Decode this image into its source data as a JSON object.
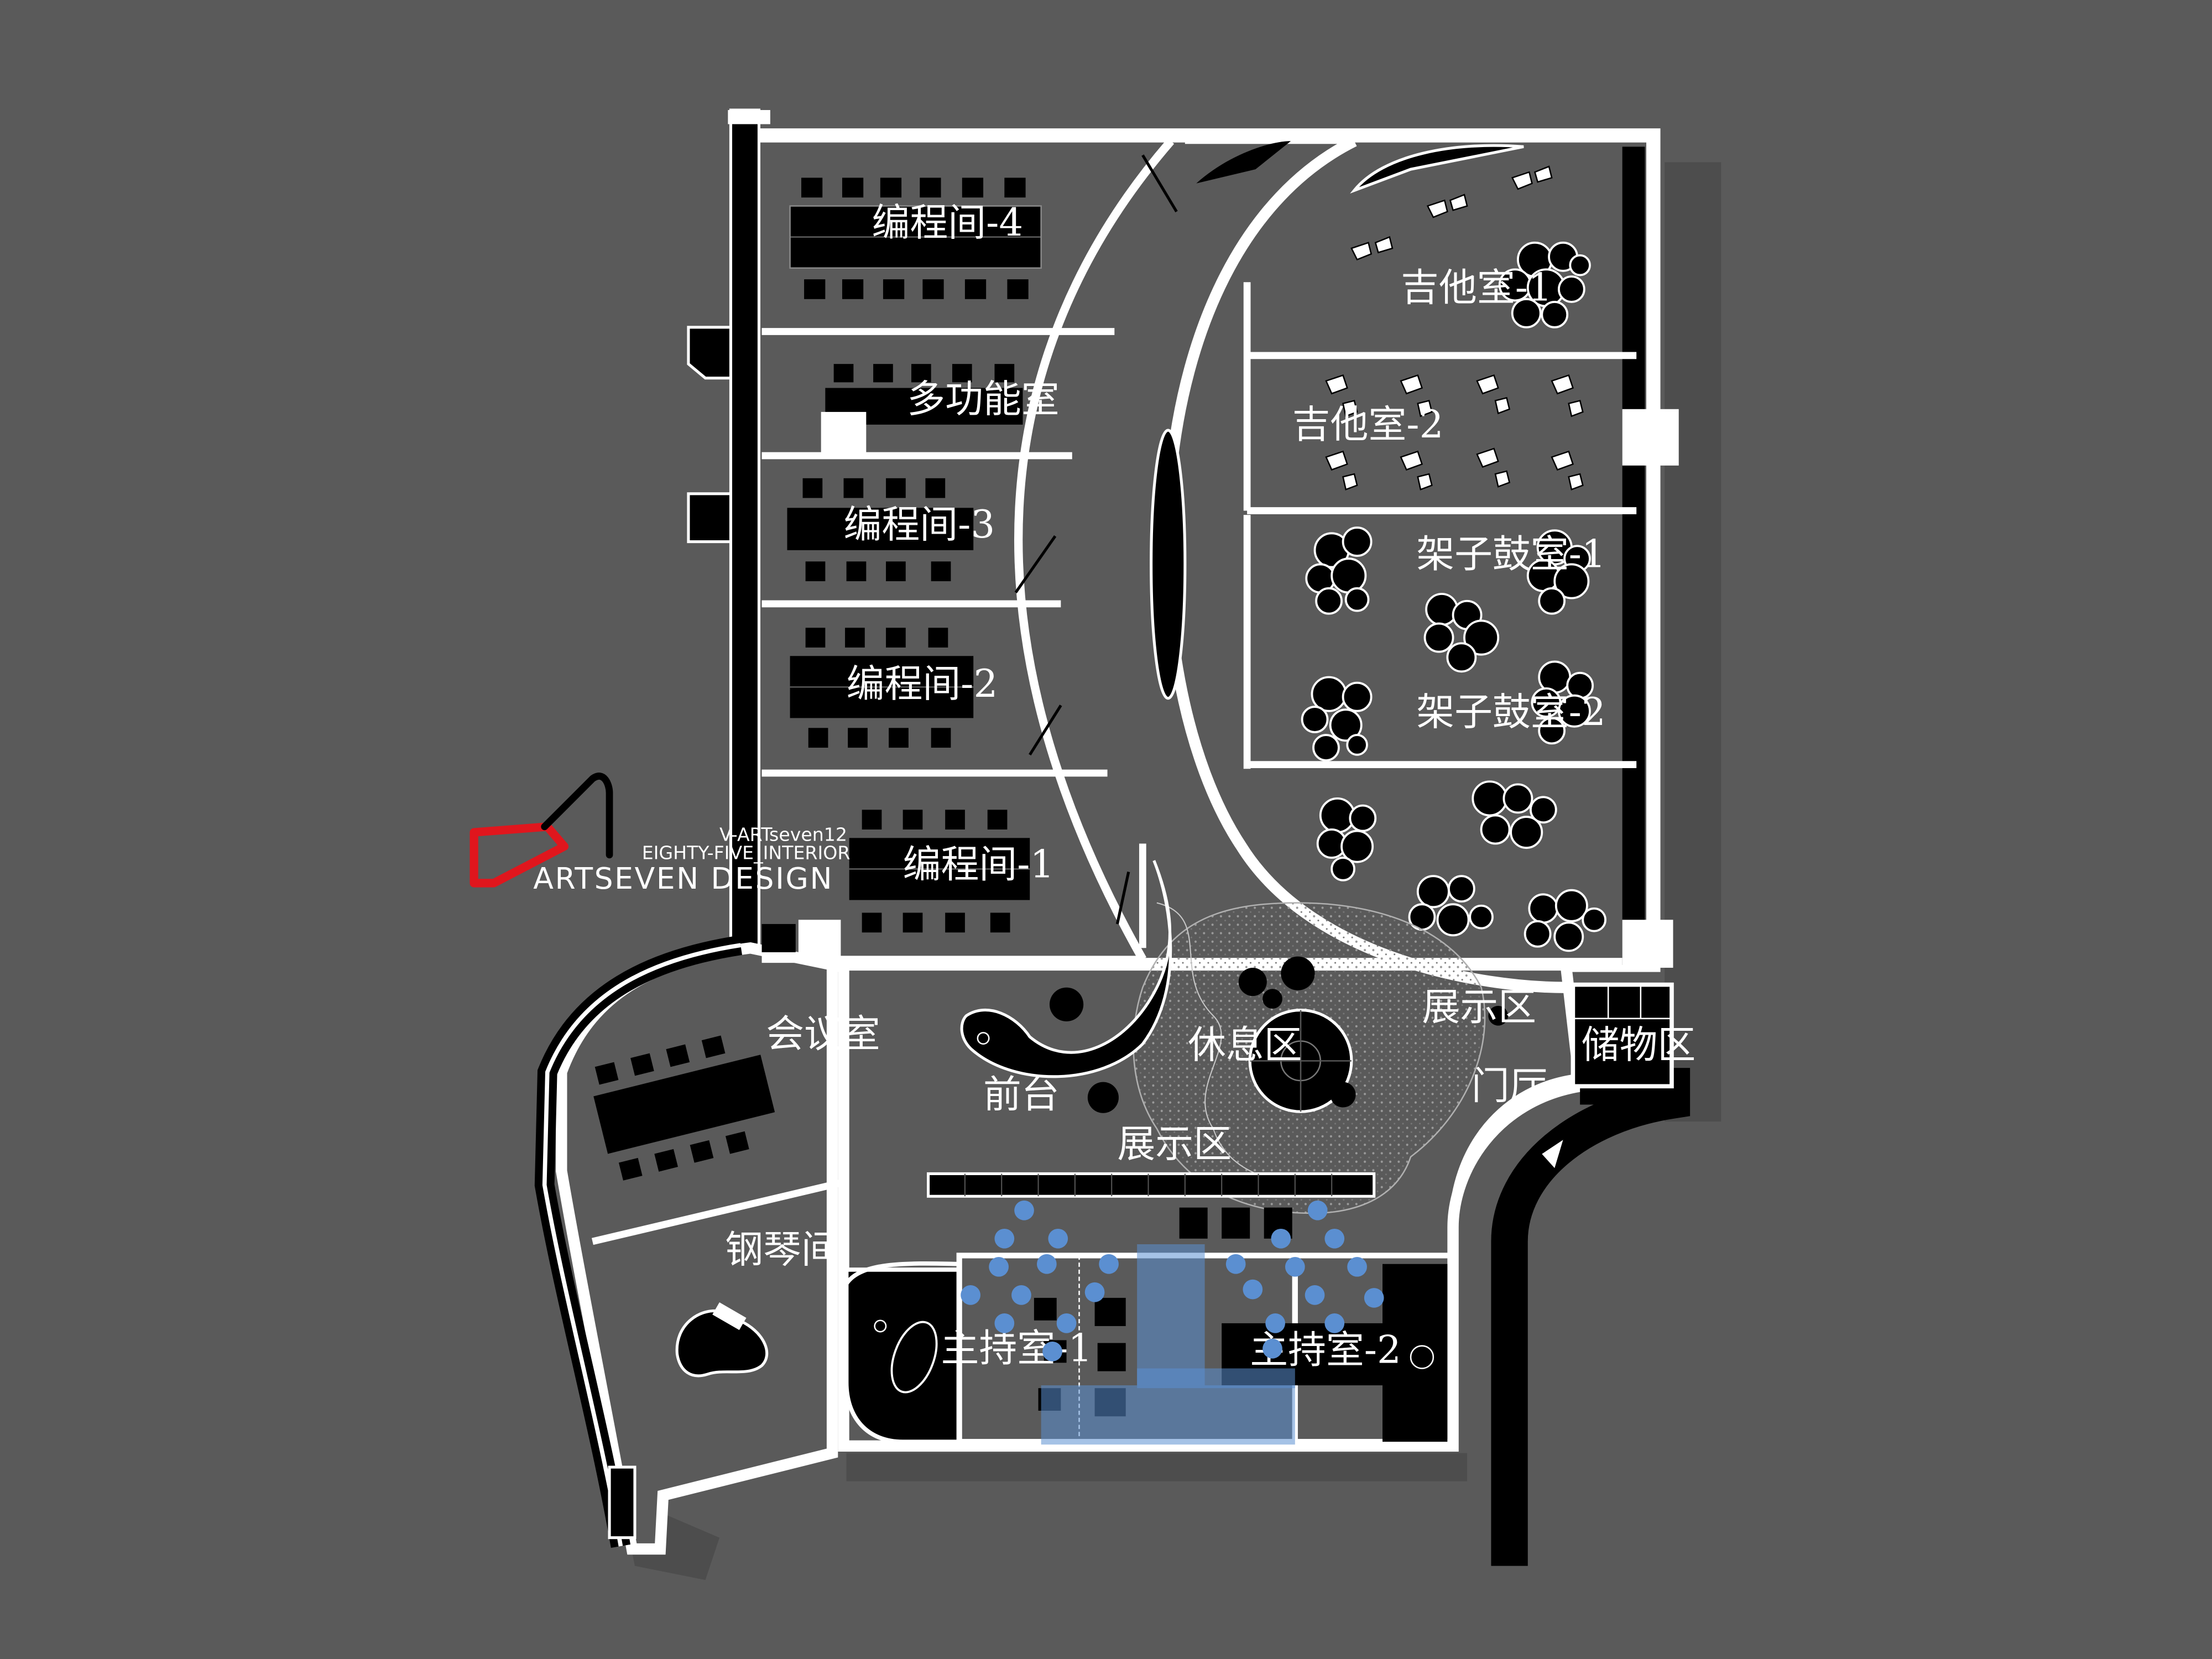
{
  "rooms": {
    "program4": "编程间-4",
    "multifunction": "多功能室",
    "program3": "编程间-3",
    "program2": "编程间-2",
    "program1": "编程间-1",
    "guitar1": "吉他室-1",
    "guitar2": "吉他室-2",
    "drum1": "架子鼓室-1",
    "drum2": "架子鼓室-2",
    "meeting": "会议室",
    "piano": "钢琴间",
    "reception": "前台",
    "lounge": "休息区",
    "exhibit_upper": "展示区",
    "exhibit_lower": "展示区",
    "lobby": "门厅",
    "storage": "储物区",
    "host1": "主持室-1",
    "host2": "主持室-2"
  },
  "logo": {
    "line1": "V-ARTseven12",
    "line2": "EIGHTY-FIVE_INTERIOR",
    "line3": "ARTSEVEN DESIGN"
  },
  "colors": {
    "background": "#5a5a5a",
    "floor": "#5a5a5a",
    "wall": "#ffffff",
    "furniture": "#000000",
    "accent_blue": "#5b8fd1",
    "logo_red": "#e0161d"
  }
}
